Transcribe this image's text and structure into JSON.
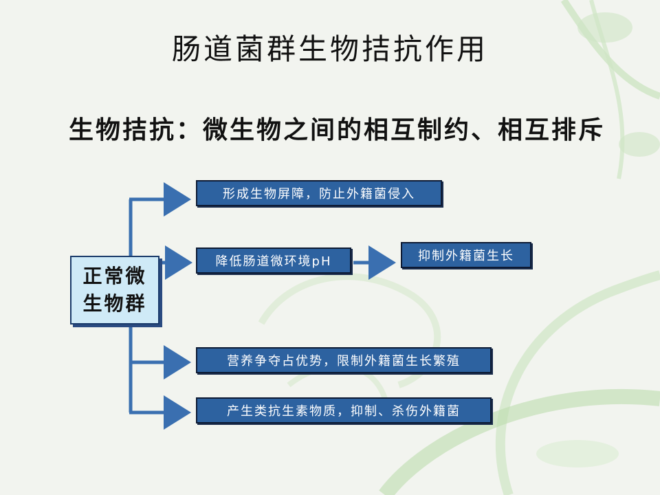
{
  "slide": {
    "title": "肠道菌群生物拮抗作用",
    "subtitle": "生物拮抗：微生物之间的相互制约、相互排斥"
  },
  "diagram": {
    "center": {
      "line1": "正常微",
      "line2": "生物群"
    },
    "branches": [
      "形成生物屏障，防止外籍菌侵入",
      "降低肠道微环境pH",
      "营养争夺占优势，限制外籍菌生长繁殖",
      "产生类抗生素物质，抑制、杀伤外籍菌"
    ],
    "result": "抑制外籍菌生长"
  },
  "colors": {
    "background": "#f2f4ef",
    "box_fill": "#2d62a0",
    "box_border": "#0d1a33",
    "center_fill": "#cfeaf7",
    "arrow": "#3a6fb0",
    "decor": "#b9d9a8"
  }
}
